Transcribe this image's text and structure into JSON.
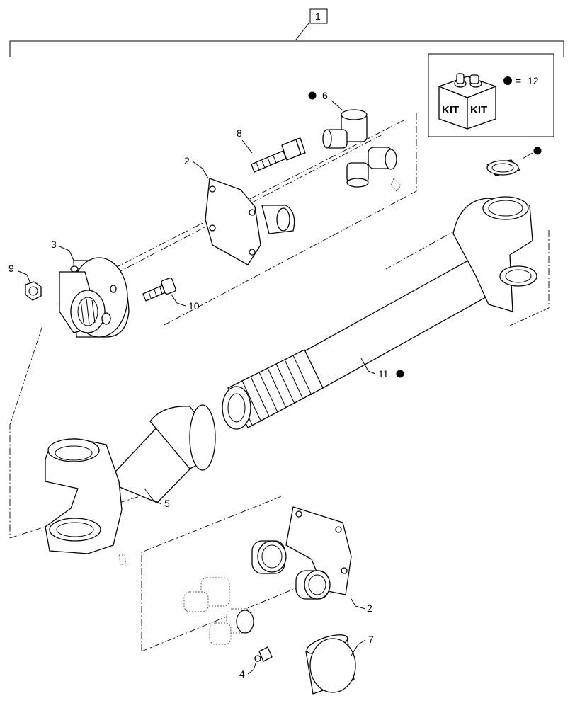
{
  "labels": {
    "assembly": "1",
    "flange_top": "2",
    "flange_bottom": "2",
    "hub": "3",
    "grease_fitting": "4",
    "yoke_shaft": "5",
    "cross_top": "6",
    "cap": "7",
    "bolt": "8",
    "nut": "9",
    "screw": "10",
    "spline_shaft": "11",
    "kit_count": "12"
  },
  "kit": {
    "box_text_left": "KIT",
    "box_text_right": "KIT",
    "equals": "="
  }
}
